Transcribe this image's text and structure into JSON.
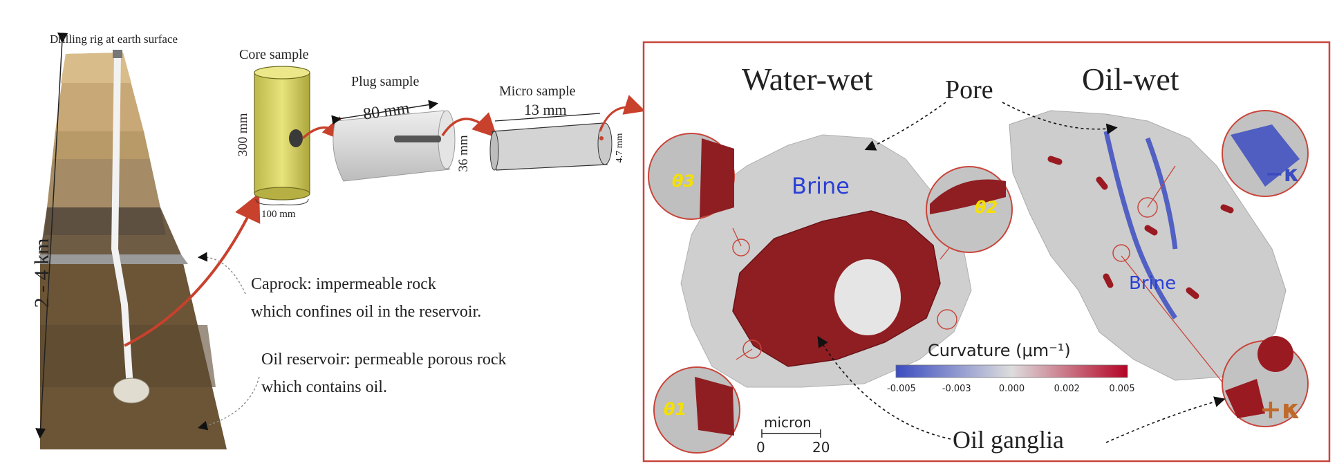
{
  "left_panel": {
    "rig_label": "Drilling rig at earth surface",
    "depth_label": "2 - 4 km",
    "core_label": "Core sample",
    "core_height": "300 mm",
    "core_width": "100 mm",
    "plug_label": "Plug sample",
    "plug_length": "80 mm",
    "plug_diameter": "36 mm",
    "micro_label": "Micro sample",
    "micro_length": "13 mm",
    "micro_diameter": "4.7 mm",
    "caprock_line1": "Caprock: impermeable rock",
    "caprock_line2": "which confines oil in the reservoir.",
    "reservoir_line1": "Oil reservoir: permeable porous rock",
    "reservoir_line2": "which contains oil."
  },
  "right_panel": {
    "water_wet_title": "Water-wet",
    "oil_wet_title": "Oil-wet",
    "pore_label": "Pore",
    "brine_label_left": "Brine",
    "brine_label_right": "Brine",
    "theta_1": "θ1",
    "theta_2": "θ2",
    "theta_3": "θ3",
    "neg_kappa": "−κ",
    "pos_kappa": "+κ",
    "oil_ganglia_label": "Oil ganglia",
    "scale_label": "micron",
    "scale_min": "0",
    "scale_max": "20",
    "colorbar": {
      "title": "Curvature (μm⁻¹)",
      "ticks": [
        "-0.005",
        "-0.003",
        "0.000",
        "0.002",
        "0.005"
      ],
      "colors": [
        "#3b4cc0",
        "#dddddd",
        "#b40426"
      ]
    },
    "frame_color": "#c8453a"
  }
}
